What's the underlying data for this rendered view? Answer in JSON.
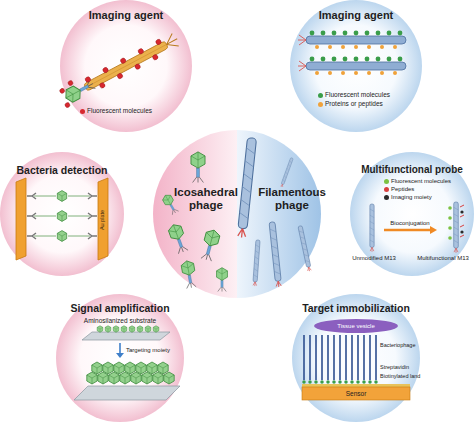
{
  "diagram": {
    "nodes": [
      {
        "text": [
          "Imaging agent"
        ]
      },
      {
        "text": [
          "Imaging agent"
        ]
      },
      {
        "text": [
          "Bacteria detection"
        ]
      },
      {
        "text": [
          "Icosahedral phage"
        ]
      },
      {
        "text": [
          "Filamentous phage"
        ]
      },
      {
        "text": [
          "Multifunctional probe"
        ]
      },
      {
        "text": [
          "Signal amplification"
        ]
      },
      {
        "text": [
          "Target immobilization"
        ]
      }
    ],
    "labels": [
      "Au plate",
      "Bioconjugation",
      "Unmodified M13",
      "Multifunctional M13",
      "Aminosilanized substrate",
      "Targeting moiety",
      "Tissue vesicle",
      "Bacteriophage",
      "Streptavidin",
      "Biotinylated land",
      "Sensor"
    ],
    "legend": [
      {
        "text": "Fluorescent molecules",
        "color": "#d7282f"
      },
      {
        "text": "Fluorescent molecules",
        "color": "#3a9d4a"
      },
      {
        "text": "Proteins or peptides",
        "color": "#f0a23a"
      },
      {
        "text": "Fluorescent molecules",
        "color": "#7cc243"
      },
      {
        "text": "Peptides",
        "color": "#d94040"
      },
      {
        "text": "Imaging moiety",
        "color": "#2b2b2b"
      }
    ]
  }
}
